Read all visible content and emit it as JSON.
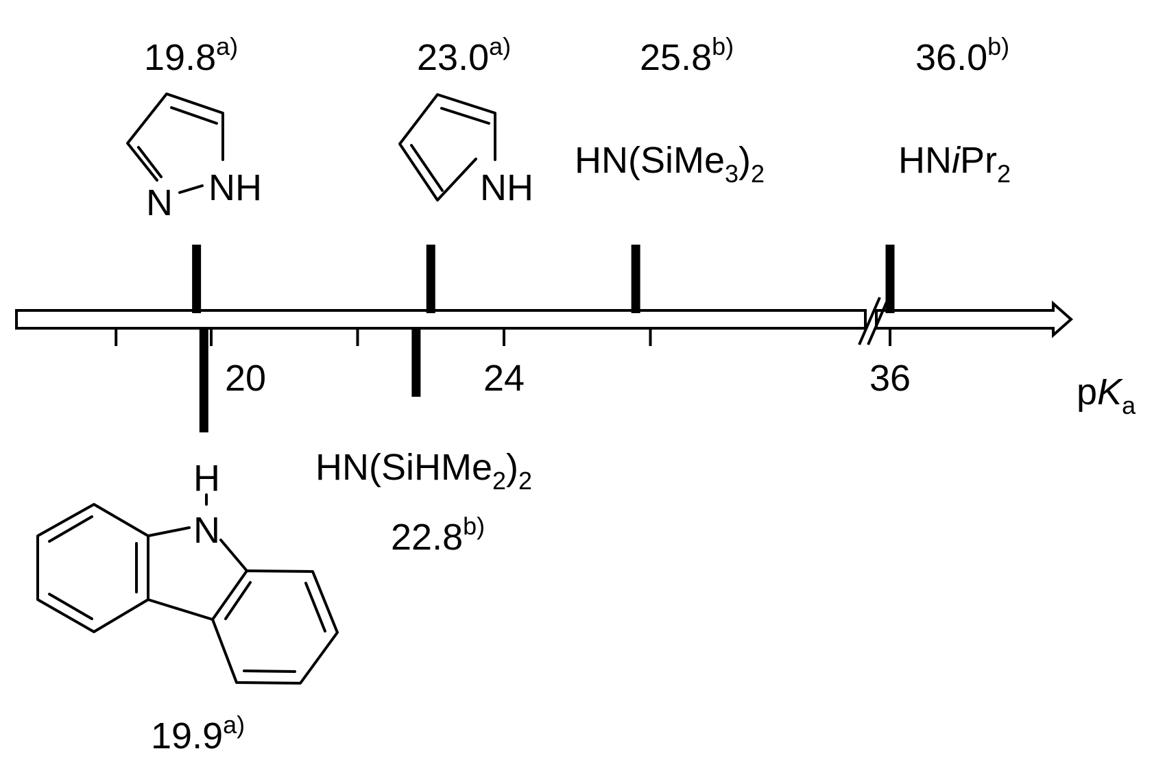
{
  "axis": {
    "unit_prefix": "p",
    "unit_symbol": "K",
    "unit_subscript": "a",
    "ticks": [
      {
        "value": 18.7,
        "label": ""
      },
      {
        "value": 20,
        "label": "20"
      },
      {
        "value": 22,
        "label": ""
      },
      {
        "value": 24,
        "label": "24"
      },
      {
        "value": 26,
        "label": ""
      },
      {
        "value": 36,
        "label": "36"
      }
    ],
    "break_between": [
      27.5,
      35.1
    ]
  },
  "compounds": [
    {
      "id": "pyrazole",
      "pKa": 19.8,
      "pKa_label": "19.8",
      "note": "a)",
      "side": "top",
      "atom_labels": [
        "N",
        "NH"
      ]
    },
    {
      "id": "pyrrole",
      "pKa": 23.0,
      "pKa_label": "23.0",
      "note": "a)",
      "side": "top",
      "atom_labels": [
        "NH"
      ]
    },
    {
      "id": "hmds",
      "pKa": 25.8,
      "pKa_label": "25.8",
      "note": "b)",
      "side": "top",
      "formula": {
        "a": "HN(SiMe",
        "sub1": "3",
        "b": ")",
        "sub2": "2"
      }
    },
    {
      "id": "diisopropylamine",
      "pKa": 36.0,
      "pKa_label": "36.0",
      "note": "b)",
      "side": "top",
      "formula": {
        "a": "HN",
        "italic": "i",
        "b": "Pr",
        "sub1": "2"
      }
    },
    {
      "id": "carbazole",
      "pKa": 19.9,
      "pKa_label": "19.9",
      "note": "a)",
      "side": "bottom",
      "atom_labels": [
        "H",
        "N"
      ]
    },
    {
      "id": "tmds",
      "pKa": 22.8,
      "pKa_label": "22.8",
      "note": "b)",
      "side": "bottom",
      "formula": {
        "a": "HN(SiHMe",
        "sub1": "2",
        "b": ")",
        "sub2": "2"
      }
    }
  ]
}
